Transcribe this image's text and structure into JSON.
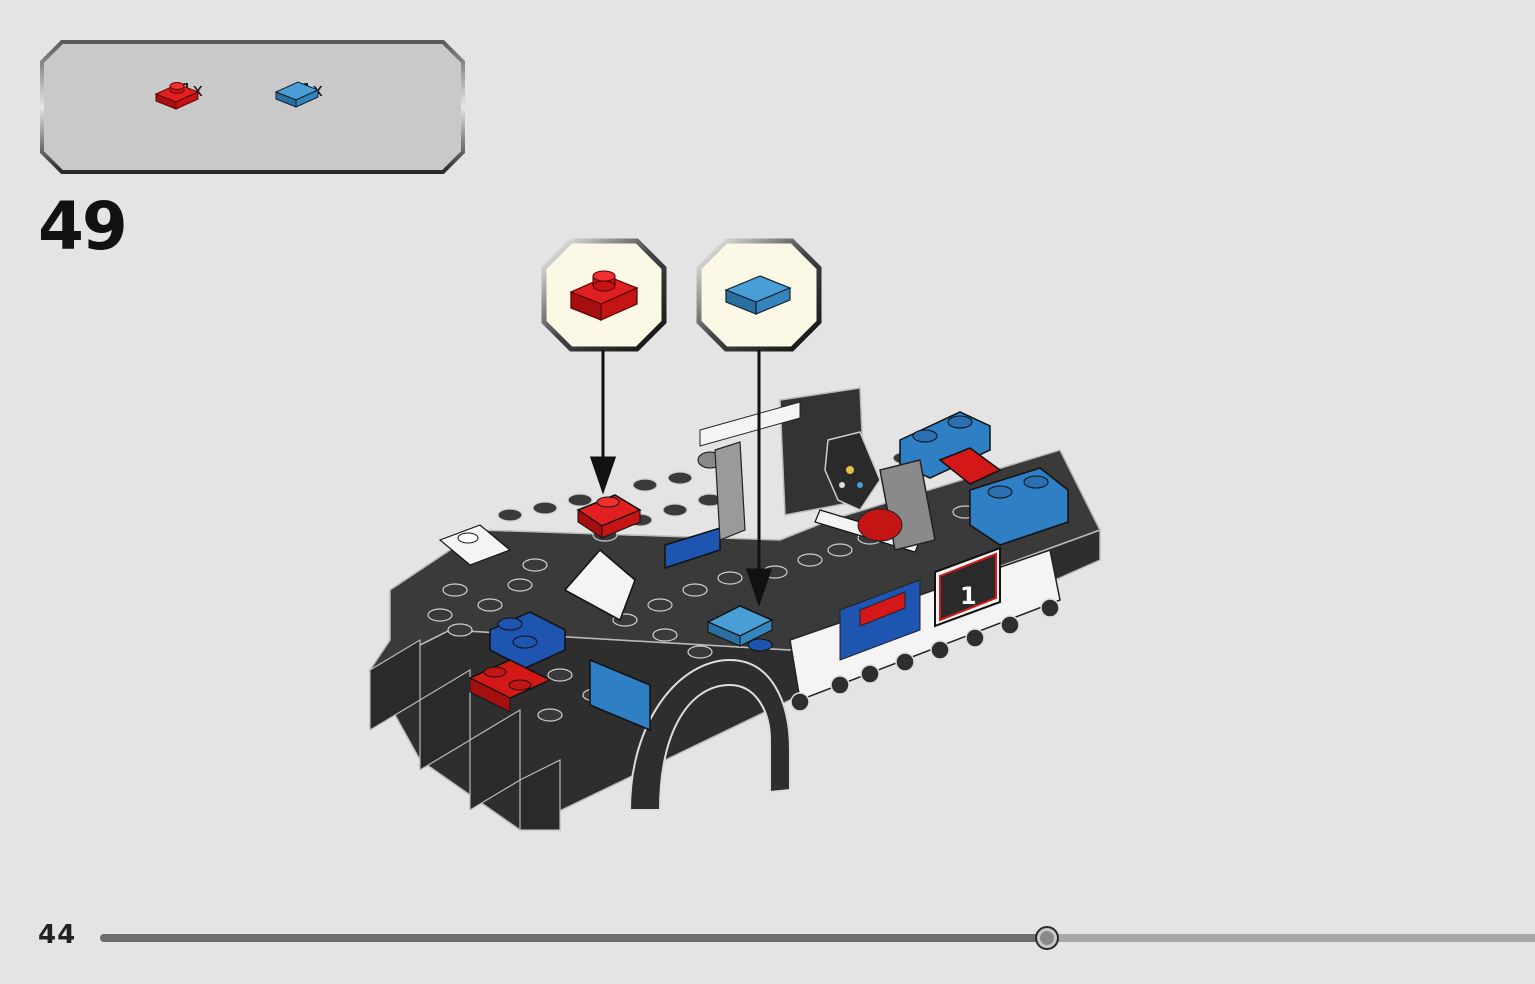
{
  "parts": [
    {
      "name": "red-plate-1x1",
      "quantity": "1x",
      "color": "#d41818"
    },
    {
      "name": "blue-tile-1x1",
      "quantity": "1x",
      "color": "#3d8ec8"
    }
  ],
  "step": {
    "number": "49"
  },
  "page": {
    "number": "44"
  },
  "progress": {
    "fraction": 0.66
  },
  "colors": {
    "background": "#e4e4e4",
    "panel": "#c9c9c9",
    "callout": "#fbf8e6",
    "dark_brick": "#3a3a3a"
  },
  "decal": {
    "number": "1"
  }
}
